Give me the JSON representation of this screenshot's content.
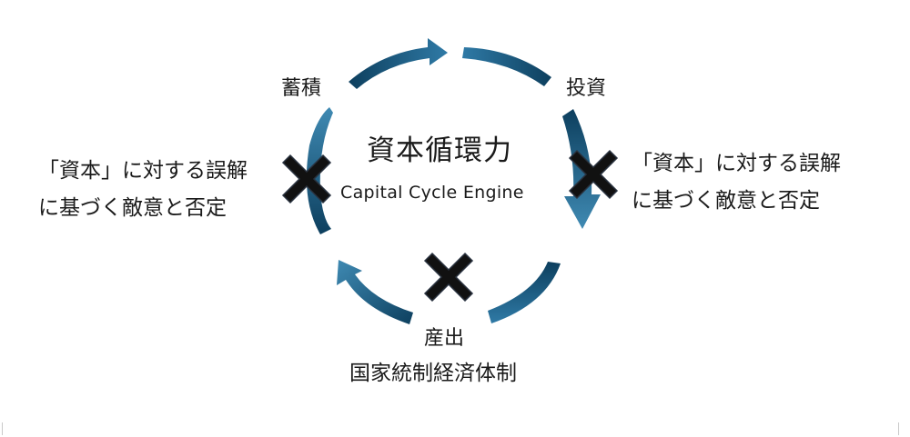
{
  "center": {
    "title": "資本循環力",
    "subtitle": "Capital Cycle Engine"
  },
  "stages": {
    "accumulation": "蓄積",
    "investment": "投資",
    "output": "産出"
  },
  "left_note": {
    "line1": "「資本」に対する誤解",
    "line2": "に基づく敵意と否定"
  },
  "right_note": {
    "line1": "「資本」に対する誤解",
    "line2": "に基づく敵意と否定"
  },
  "bottom_note": "国家統制経済体制",
  "colors": {
    "arrow_dark": "#0d3f5e",
    "arrow_light": "#3f8ab3",
    "cross": "#111111"
  }
}
